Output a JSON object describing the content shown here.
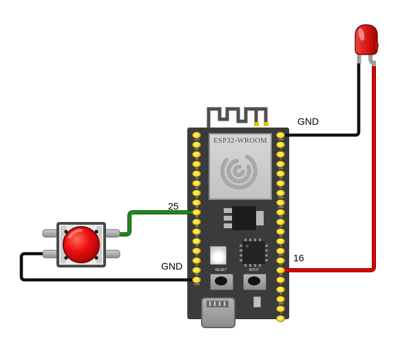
{
  "board": {
    "module_label": "ESP32-WROOM",
    "reset_button_label": "RESET",
    "boot_button_label": "BOOT",
    "left_pins": [
      "3V3",
      "EN",
      "36",
      "39",
      "34",
      "35",
      "32",
      "33",
      "25",
      "26",
      "27",
      "14",
      "12",
      "13",
      "5V",
      "GND"
    ],
    "right_pins": [
      "GND",
      "1",
      "3",
      "3V3",
      "22",
      "21",
      "GND",
      "GND",
      "19",
      "35",
      "18",
      "5",
      "3V3",
      "17",
      "16",
      "4",
      "0",
      "GND",
      "2",
      "15"
    ]
  },
  "wire_labels": {
    "led_gnd": "GND",
    "led_signal_pin": "16",
    "button_signal_pin": "25",
    "button_gnd": "GND"
  },
  "components": {
    "microcontroller": "ESP32-WROOM devkit",
    "led": "red LED",
    "button": "red push button",
    "connector": "micro-USB"
  },
  "colors": {
    "board_body": "#3b3b3b",
    "pin_gold": "#f4c90f",
    "wire_green": "#1f8c1f",
    "wire_red": "#d40000",
    "wire_black": "#111111",
    "led_red": "#d41414",
    "button_cap_red": "#e01010"
  }
}
